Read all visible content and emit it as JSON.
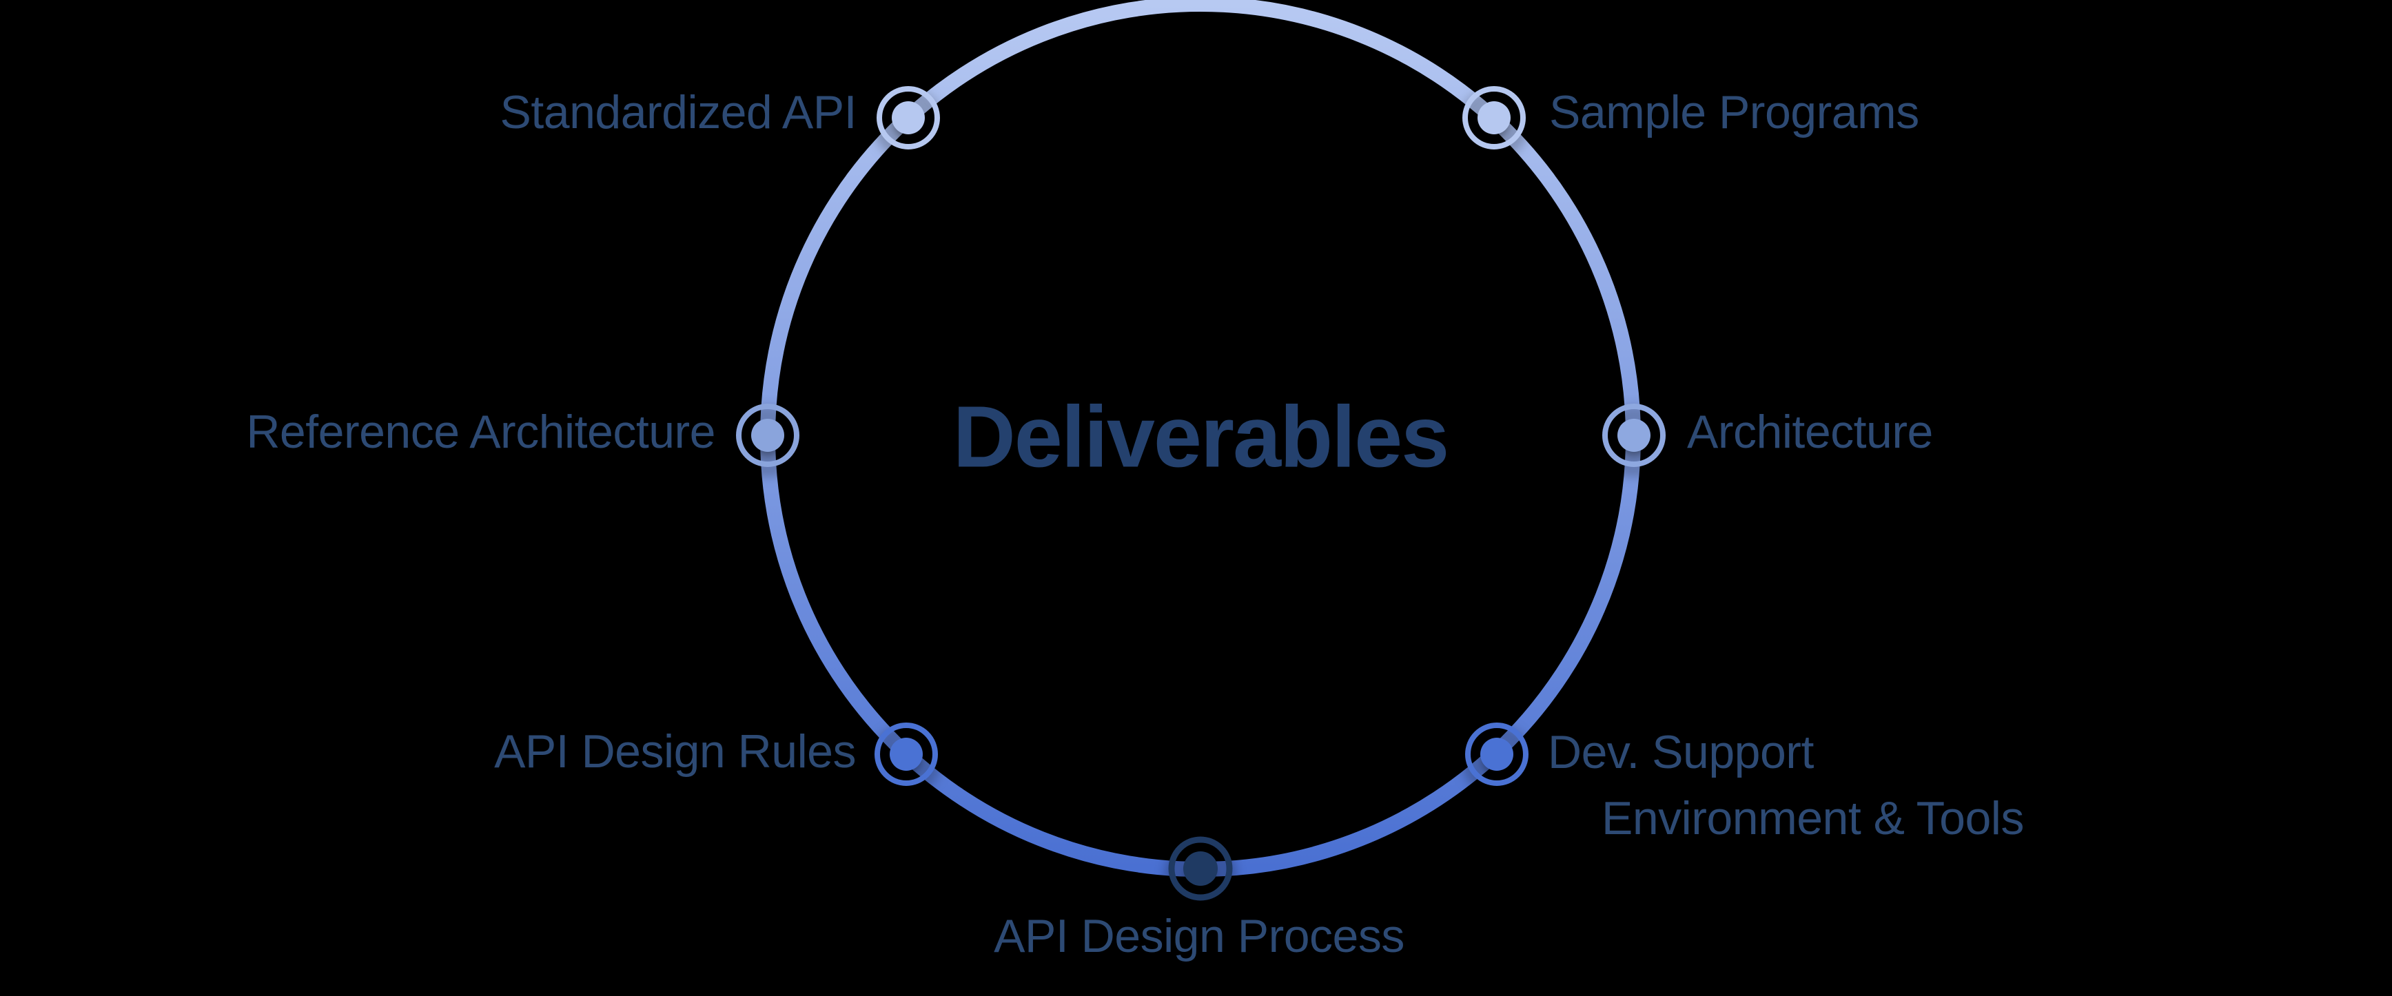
{
  "title": "Deliverables",
  "background_color": "#000000",
  "colors": {
    "label_text": "#2d4a74",
    "title_text": "#24416e",
    "ring_gradient_top": "#b7c9f2",
    "ring_gradient_bottom": "#4a70d2"
  },
  "ring": {
    "shape": "circle",
    "gradient_direction": "top-to-bottom"
  },
  "nodes": [
    {
      "id": "standardized-api",
      "label": "Standardized API",
      "color": "#b6c8f0",
      "position": "top-left"
    },
    {
      "id": "sample-programs",
      "label": "Sample Programs",
      "color": "#b6c8f0",
      "position": "top-right"
    },
    {
      "id": "reference-architecture",
      "label": "Reference Architecture",
      "color": "#8aa4dc",
      "position": "left"
    },
    {
      "id": "architecture",
      "label": "Architecture",
      "color": "#8ea8e0",
      "position": "right"
    },
    {
      "id": "api-design-rules",
      "label": "API Design Rules",
      "color": "#4a72d4",
      "position": "bottom-left"
    },
    {
      "id": "dev-support",
      "label_line1": "Dev. Support",
      "label_line2": "Environment & Tools",
      "color": "#4a72d4",
      "position": "bottom-right"
    },
    {
      "id": "api-design-process",
      "label": "API Design Process",
      "color": "#1f3a63",
      "position": "bottom"
    }
  ]
}
